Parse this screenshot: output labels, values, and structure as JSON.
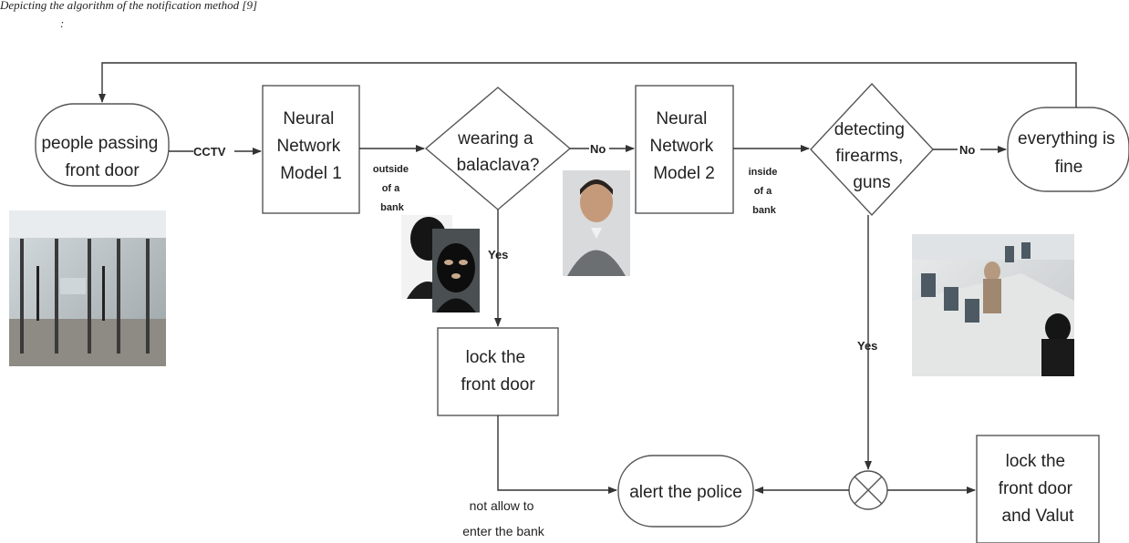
{
  "header": {
    "top_text": "Depicting the algorithm of the notification method [9]",
    "colon": ":"
  },
  "nodes": {
    "people_passing": [
      "people passing",
      "front door"
    ],
    "nn1": [
      "Neural",
      "Network",
      "Model 1"
    ],
    "balaclava": [
      "wearing a",
      "balaclava?"
    ],
    "nn2": [
      "Neural",
      "Network",
      "Model 2"
    ],
    "firearms": [
      "detecting",
      "firearms,",
      "guns"
    ],
    "fine": [
      "everything is",
      "fine"
    ],
    "lock1": [
      "lock the",
      "front door"
    ],
    "alert": [
      "alert the police"
    ],
    "lock2": [
      "lock the",
      "front door",
      "and Valut"
    ]
  },
  "edge_labels": {
    "cctv": "CCTV",
    "no1": "No",
    "no2": "No",
    "yes1": "Yes",
    "yes2": "Yes",
    "outside": [
      "outside",
      "of a",
      "bank"
    ],
    "inside": [
      "inside",
      "of a",
      "bank"
    ],
    "not_allow": [
      "not allow to",
      "enter the bank"
    ]
  }
}
